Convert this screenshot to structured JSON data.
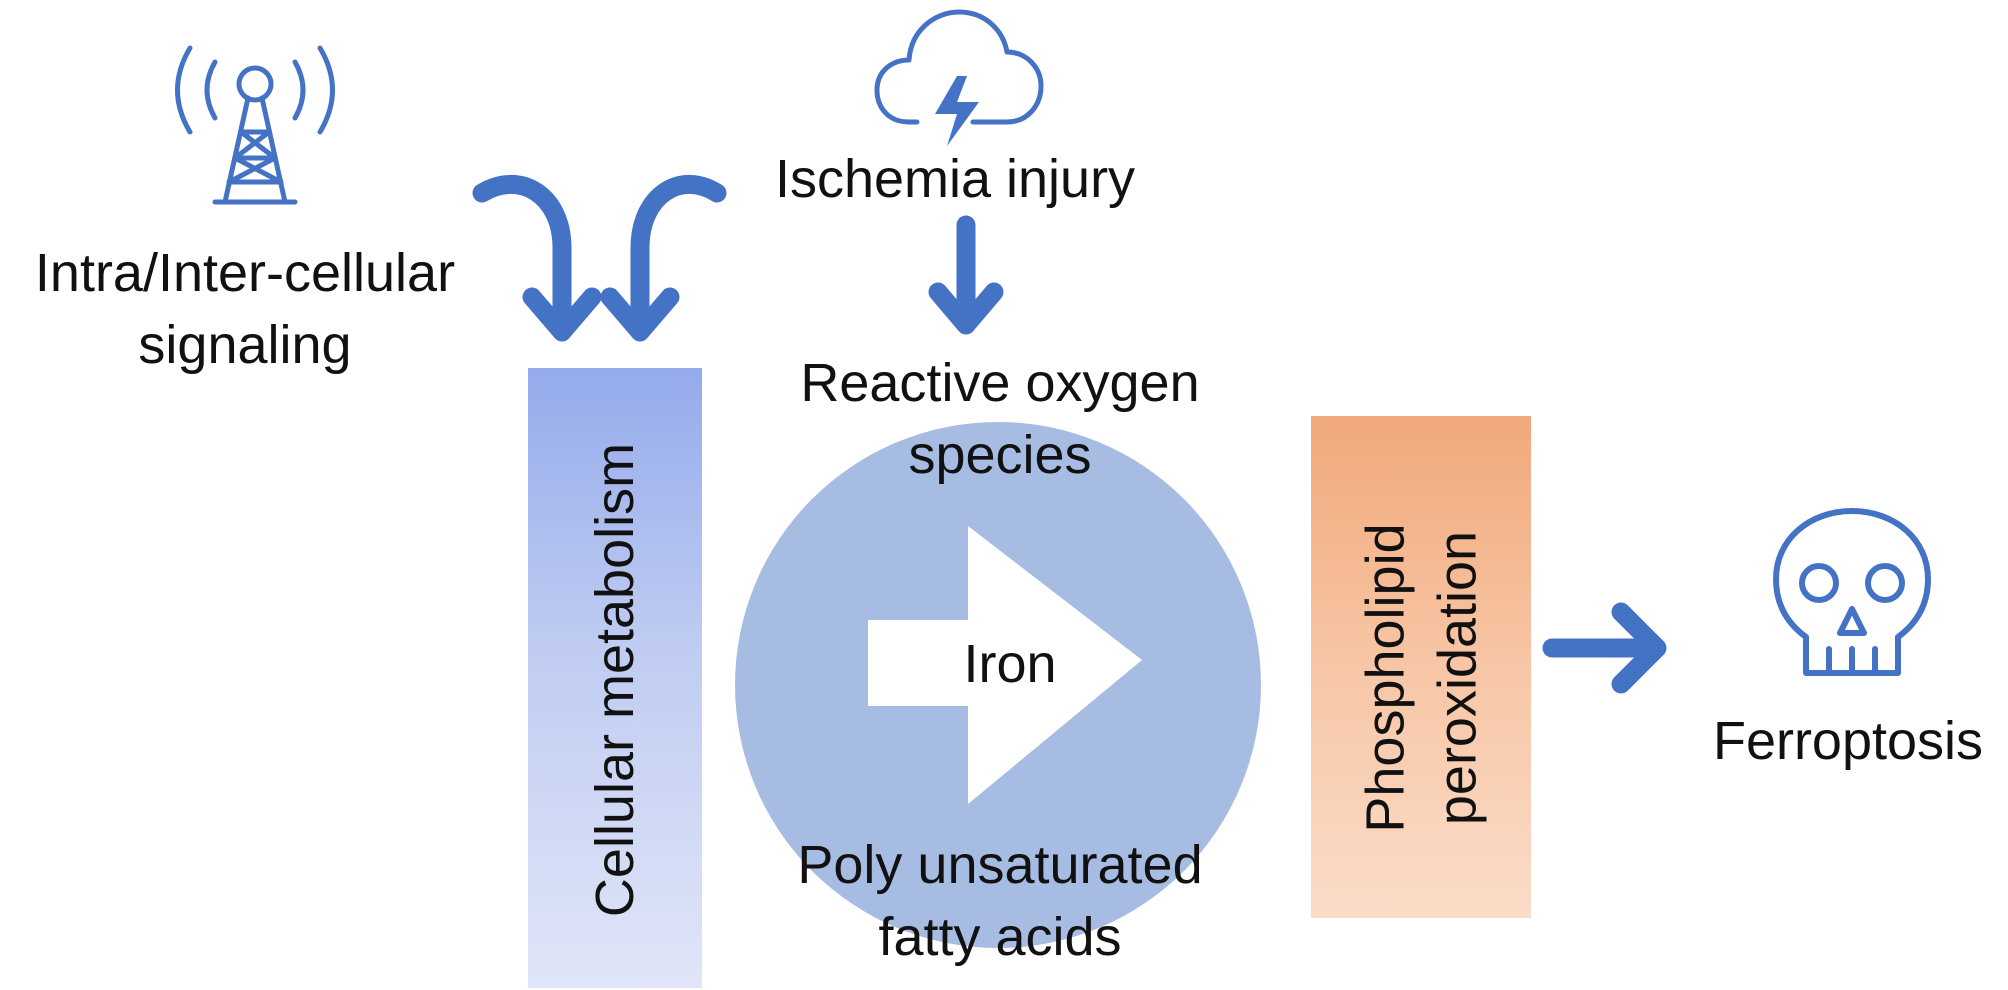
{
  "signaling": {
    "icon": "radio-tower-icon",
    "line1": "Intra/Inter-cellular",
    "line2": "signaling"
  },
  "ischemia": {
    "icon": "storm-cloud-icon",
    "label": "Ischemia injury"
  },
  "metabolism": {
    "label": "Cellular metabolism"
  },
  "ros": {
    "line1": "Reactive oxygen",
    "line2": "species"
  },
  "iron": {
    "label": "Iron"
  },
  "pufa": {
    "line1": "Poly unsaturated",
    "line2": "fatty acids"
  },
  "phospholipid": {
    "line1": "Phospholipid",
    "line2": "peroxidation"
  },
  "ferroptosis": {
    "icon": "skull-icon",
    "label": "Ferroptosis"
  },
  "colors": {
    "accent_blue": "#4472C4",
    "circle_fill": "#A7BCE3",
    "bar_top": "#94AAEB",
    "bar_bottom": "#E0E6F8",
    "orange_top": "#F1A87A",
    "orange_bottom": "#FBDCC8"
  }
}
